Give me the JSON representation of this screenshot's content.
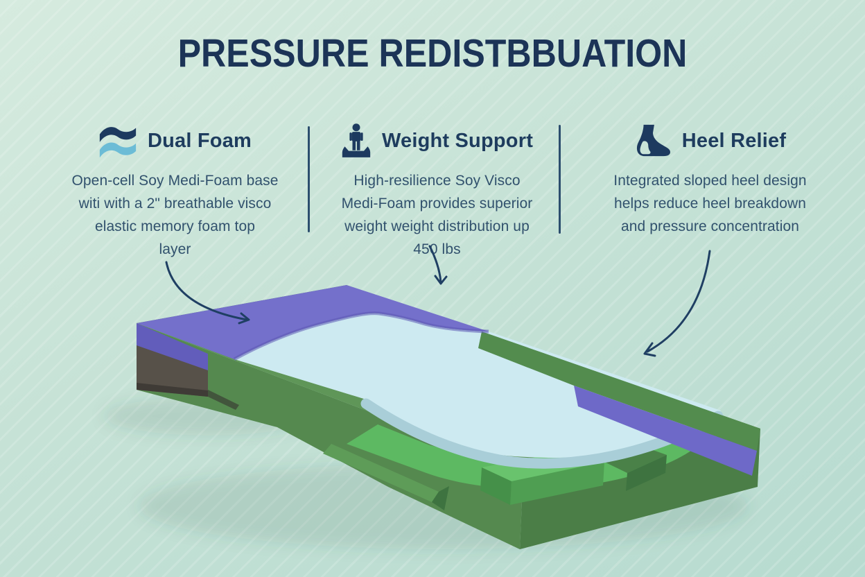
{
  "title": "PRESSURE REDISTBBUATION",
  "features": [
    {
      "icon": "dual-foam-layers-icon",
      "heading": "Dual Foam",
      "body_lines": [
        "Open-cell Soy Medi-Foam base",
        "witi with a 2\" breathable visco",
        "elastic memory foam top",
        "layer"
      ]
    },
    {
      "icon": "weight-support-person-icon",
      "heading": "Weight Support",
      "body_lines": [
        "High-resilience Soy Visco",
        "Medi-Foam provides superior",
        "weight weight distribution up",
        "450 lbs"
      ]
    },
    {
      "icon": "heel-relief-foot-icon",
      "heading": "Heel Relief",
      "body_lines": [
        "Integrated sloped heel design",
        "helps reduce heel breakdown",
        "and pressure concentration"
      ]
    }
  ],
  "illustration": {
    "name": "mattress-foam-cutaway",
    "annotations": [
      "dual-foam-arrow",
      "weight-support-arrow",
      "heel-relief-arrow"
    ],
    "layers": [
      {
        "name": "visco-elastic-top-cover",
        "color": "#7470cb"
      },
      {
        "name": "breathable-visco-foam",
        "color": "#cdeaf1"
      },
      {
        "name": "soy-medi-foam-frame",
        "color": "#5f9658"
      },
      {
        "name": "heel-relief-block",
        "color": "#5db962"
      },
      {
        "name": "base-layer",
        "color": "#575149"
      }
    ]
  },
  "colors": {
    "background": "#c6e2d6",
    "title_text": "#1c3457",
    "heading_text": "#1e3c5e",
    "body_text": "#31516d",
    "divider": "#2c4e6e",
    "arrow": "#1f3f63",
    "icon_navy": "#1d3a5f",
    "icon_light_blue": "#6cbcd6"
  }
}
